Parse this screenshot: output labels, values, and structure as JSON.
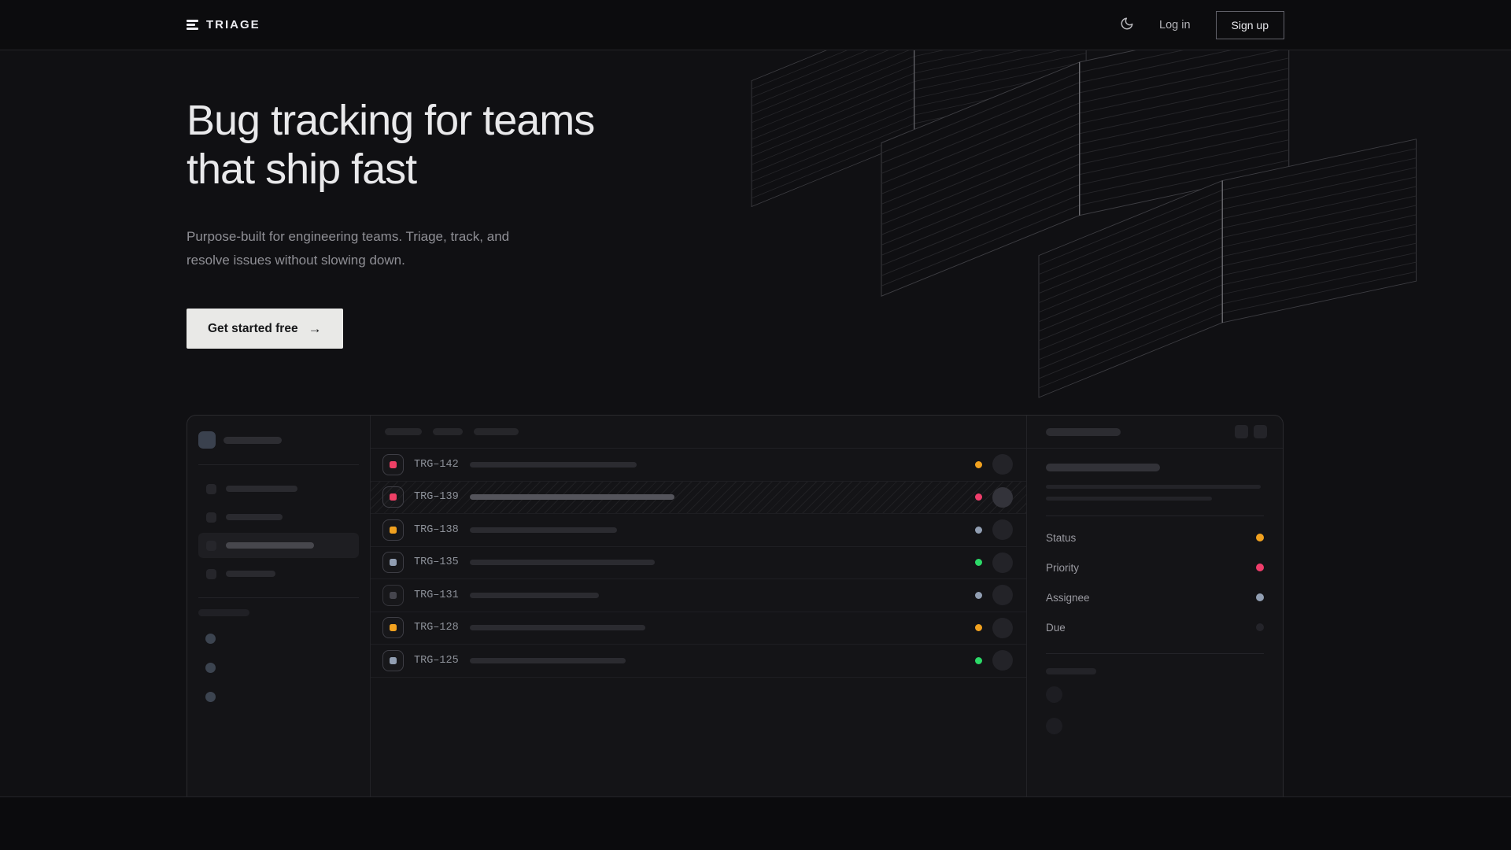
{
  "nav": {
    "brand": "TRIAGE",
    "login": "Log in",
    "signup": "Sign up"
  },
  "hero": {
    "title_line1": "Bug tracking for teams",
    "title_line2": "that ship fast",
    "subtitle_line1": "Purpose-built for engineering teams. Triage, track, and",
    "subtitle_line2": "resolve issues without slowing down.",
    "cta": "Get started free",
    "cta_arrow": "→"
  },
  "mockup": {
    "issues": [
      {
        "id": "TRG–142",
        "icon": "#ee4066",
        "status": "#f1a11f",
        "title_w": 212,
        "highlight": false,
        "muted": false
      },
      {
        "id": "TRG–139",
        "icon": "#ee4066",
        "status": "#ef3d6b",
        "title_w": 260,
        "highlight": true,
        "muted": false
      },
      {
        "id": "TRG–138",
        "icon": "#f1a11f",
        "status": "#919eb2",
        "title_w": 187,
        "highlight": false,
        "muted": false
      },
      {
        "id": "TRG–135",
        "icon": "#919eb2",
        "status": "#2cd968",
        "title_w": 235,
        "highlight": false,
        "muted": false
      },
      {
        "id": "TRG–131",
        "icon": "#45454d",
        "status": "#919eb2",
        "title_w": 164,
        "highlight": false,
        "muted": true
      },
      {
        "id": "TRG–128",
        "icon": "#f1a11f",
        "status": "#f1a11f",
        "title_w": 223,
        "highlight": false,
        "muted": false
      },
      {
        "id": "TRG–125",
        "icon": "#919eb2",
        "status": "#2cd968",
        "title_w": 198,
        "highlight": false,
        "muted": false
      }
    ],
    "detail_fields": [
      {
        "label": "Status",
        "dot": "#f1a11f"
      },
      {
        "label": "Priority",
        "dot": "#ef3d6b"
      },
      {
        "label": "Assignee",
        "dot": "#919eb2"
      },
      {
        "label": "Due",
        "dot": "#24242a"
      }
    ]
  },
  "colors": {
    "accent_amber": "#f1a11f",
    "accent_pink": "#ef3d6b",
    "accent_green": "#2cd968",
    "accent_gray_blue": "#919eb2",
    "cta_bg": "#e9e9e7",
    "page_bg": "#101013"
  }
}
